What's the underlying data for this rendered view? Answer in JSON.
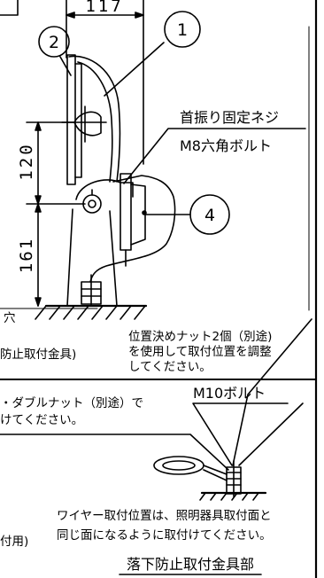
{
  "dimensions": {
    "top_width": "117",
    "height_upper": "120",
    "height_lower": "161"
  },
  "callouts": {
    "one": "1",
    "two": "2",
    "four": "4"
  },
  "labels": {
    "swivel_screw": "首振り固定ネジ",
    "hex_bolt": "M8六角ボルト",
    "left_hole": "穴",
    "left_fitting": "防止取付金具)",
    "position_note_1": "位置決めナット2個（別途)",
    "position_note_2": "を使用して取付位置を調整",
    "position_note_3": "してください。",
    "double_nut_1": "・ダブルナット（別途）で",
    "double_nut_2": "けてください。",
    "m10_bolt": "M10ボルト",
    "wire_note_1": "ワイヤー取付位置は、照明器具取付面と",
    "wire_note_2": "同じ面になるように取付けてください。",
    "left_use": "付用)",
    "title": "落下防止取付金具部"
  }
}
